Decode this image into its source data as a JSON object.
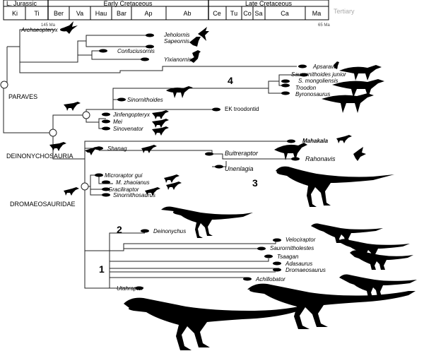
{
  "timescale": {
    "periods": [
      "L. Jurassic",
      "Early Cretaceous",
      "Late Cretaceous",
      "Tertiary"
    ],
    "stages": [
      "Ki",
      "Ti",
      "Ber",
      "Va",
      "Hau",
      "Bar",
      "Ap",
      "Ab",
      "Ce",
      "Tu",
      "Co",
      "Sa",
      "Ca",
      "Ma"
    ],
    "ages": [
      "145 Ma",
      "65 Ma"
    ]
  },
  "clades": [
    "PARAVES",
    "DEINONYCHOSAURIA",
    "DROMAEOSAURIDAE"
  ],
  "taxa": [
    "Archaeopteryx",
    "Jeholornis",
    "Sapeornis",
    "Confuciusornis",
    "Yixianornis",
    "Apsaravis",
    "Saurornithoides junior",
    "S. mongoliensis",
    "Troodon",
    "Byronosaurus",
    "Sinornithoides",
    "EK troodontid",
    "Jinfengopteryx",
    "Mei",
    "Sinovenator",
    "Mahakala",
    "Shanag",
    "Buitreraptor",
    "Rahonavis",
    "Unenlagia",
    "Microraptor gui",
    "M. zhaoianus",
    "Graciliraptor",
    "Sinornithosaurus",
    "Deinonychus",
    "Velociraptor",
    "Saurornitholestes",
    "Tsaagan",
    "Adasaurus",
    "Dromaeosaurus",
    "Achillobator",
    "Utahraptor"
  ],
  "size_classes": [
    "1",
    "2",
    "3",
    "4"
  ],
  "colors": {
    "ink": "#000000",
    "line": "#222222"
  }
}
